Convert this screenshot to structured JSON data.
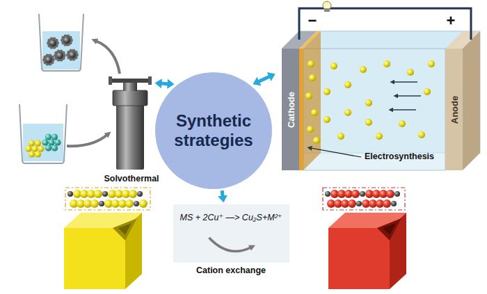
{
  "diagram": {
    "nodes": [
      {
        "text": [
          "Synthetic strategies"
        ]
      },
      {
        "text": [
          "Solvothermal"
        ]
      },
      {
        "text": [
          "Electrosynthesis"
        ]
      },
      {
        "text": [
          "MS + 2Cu⁺ —> Cu₂S+M²⁺",
          "Cation exchange"
        ]
      }
    ],
    "edges": [
      {
        "from": 0,
        "to": 1,
        "arrow": "both"
      },
      {
        "from": 0,
        "to": 2,
        "arrow": "both"
      },
      {
        "from": 0,
        "to": 3,
        "arrow": "to"
      }
    ],
    "labels": [
      "−",
      "+",
      "Cathode",
      "Anode"
    ]
  }
}
